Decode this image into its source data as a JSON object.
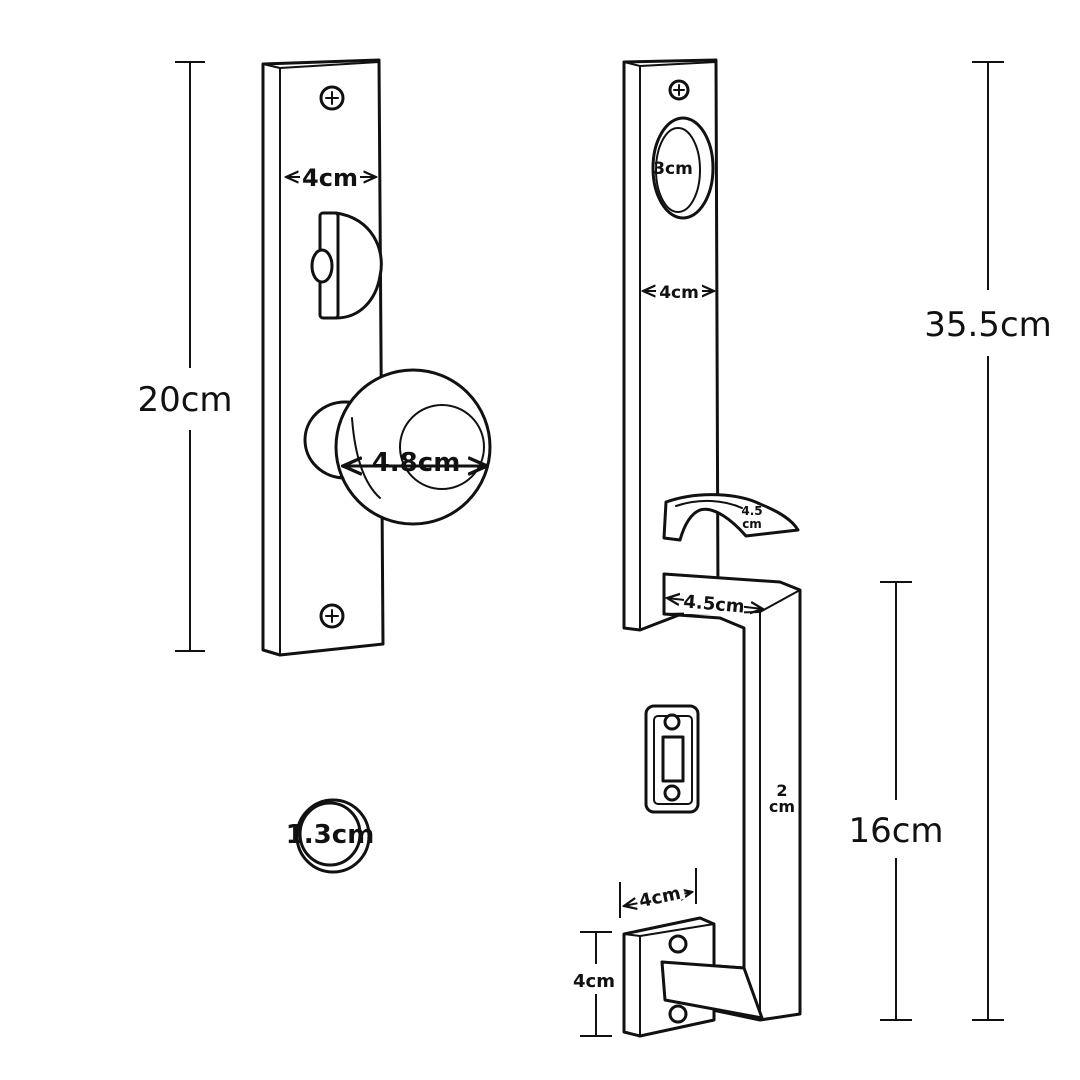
{
  "dimensions": {
    "left_plate_height": "20cm",
    "left_plate_width": "4cm",
    "knob_diameter": "4.8cm",
    "small_rosette": "1.3cm",
    "right_plate_height": "35.5cm",
    "right_plate_width": "4cm",
    "cylinder": "3cm",
    "thumb_lever_line1": "4.5",
    "thumb_lever_line2": "cm",
    "grip_top": "4.5cm",
    "grip_height": "16cm",
    "grip_width_line1": "2",
    "grip_width_line2": "cm",
    "bottom_block_width": "4cm",
    "bottom_block_height": "4cm"
  }
}
